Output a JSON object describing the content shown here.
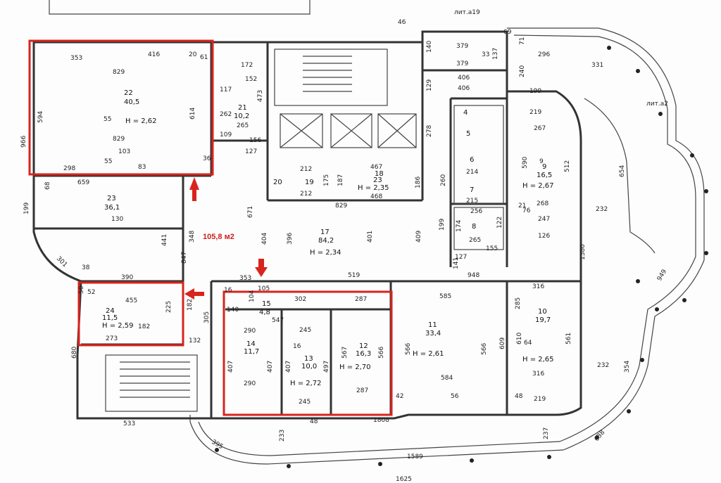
{
  "highlight_area": "105,8 м2",
  "rooms": [
    {
      "id": "22",
      "num": "22",
      "area": "40,5",
      "height": "Н = 2,62"
    },
    {
      "id": "21",
      "num": "21",
      "area": "10,2"
    },
    {
      "id": "23",
      "num": "23",
      "area": "36,1"
    },
    {
      "id": "24",
      "num": "24",
      "area": "11,5",
      "height": "Н = 2,59"
    },
    {
      "id": "17",
      "num": "17",
      "area": "84,2",
      "height": "Н = 2,34"
    },
    {
      "id": "18",
      "num": "18",
      "area": "23",
      "height": "Н = 2,35"
    },
    {
      "id": "19",
      "num": "19"
    },
    {
      "id": "20",
      "num": "20"
    },
    {
      "id": "15",
      "num": "15",
      "area": "4,8"
    },
    {
      "id": "14",
      "num": "14",
      "area": "11,7"
    },
    {
      "id": "13",
      "num": "13",
      "area": "10,0",
      "height": "Н = 2,72"
    },
    {
      "id": "12",
      "num": "12",
      "area": "16,3",
      "height": "Н = 2,70"
    },
    {
      "id": "11",
      "num": "11",
      "area": "33,4",
      "height": "Н = 2,61"
    },
    {
      "id": "10",
      "num": "10",
      "area": "19,7",
      "height": "Н = 2,65"
    },
    {
      "id": "9",
      "num": "9",
      "area": "16,5",
      "height": "Н = 2,67"
    },
    {
      "id": "8",
      "num": "8"
    },
    {
      "id": "7",
      "num": "7"
    },
    {
      "id": "6",
      "num": "6"
    },
    {
      "id": "5",
      "num": "5"
    },
    {
      "id": "4",
      "num": "4"
    }
  ],
  "corner_labels": {
    "top": "лит.а19",
    "right": "лит.а2"
  },
  "dims": {
    "d353a": "353",
    "d416": "416",
    "d829a": "829",
    "d829b": "829",
    "d594": "594",
    "d614": "614",
    "d966": "966",
    "d298": "298",
    "d103": "103",
    "d55a": "55",
    "d55b": "55",
    "d83": "83",
    "d61": "61",
    "d20": "20",
    "d172": "172",
    "d152": "152",
    "d117": "117",
    "d262": "262",
    "d265": "265",
    "d473": "473",
    "d109": "109",
    "d156": "156",
    "d127a": "127",
    "d36": "36",
    "d46": "46",
    "d140": "140",
    "d379a": "379",
    "d379b": "379",
    "d33": "33",
    "d137a": "137",
    "d406a": "406",
    "d406b": "406",
    "d129": "129",
    "d69": "69",
    "d71": "71",
    "d296": "296",
    "d331": "331",
    "d240": "240",
    "d199a": "199",
    "d219a": "219",
    "d267a": "267",
    "d590": "590",
    "d512": "512",
    "d268": "268",
    "d654": "654",
    "d232a": "232",
    "d232b": "232",
    "d949": "949",
    "d354": "354",
    "d638": "638",
    "d237": "237",
    "d233": "233",
    "d395": "395",
    "d1589": "1589",
    "d1625": "1625",
    "d533": "533",
    "d659": "659",
    "d130": "130",
    "d671": "671",
    "d404": "404",
    "d396": "396",
    "d401": "401",
    "d409": "409",
    "d829c": "829",
    "d468": "468",
    "d467": "467",
    "d212a": "212",
    "d212b": "212",
    "d187": "187",
    "d175": "175",
    "d186": "186",
    "d260": "260",
    "d278": "278",
    "d214": "214",
    "d215": "215",
    "d256": "256",
    "d265b": "265",
    "d122": "122",
    "d174": "174",
    "d199b": "199",
    "d127b": "127",
    "d155": "155",
    "d141": "141",
    "d948": "948",
    "d519": "519",
    "d353b": "353",
    "d316a": "316",
    "d316b": "316",
    "d585": "585",
    "d566a": "566",
    "d566b": "566",
    "d584": "584",
    "d609": "609",
    "d610": "610",
    "d561": "561",
    "d285": "285",
    "d302": "302",
    "d287a": "287",
    "d287b": "287",
    "d547": "547",
    "d290a": "290",
    "d290b": "290",
    "d245a": "245",
    "d245b": "245",
    "d567": "567",
    "d566c": "566",
    "d497": "497",
    "d407a": "407",
    "d407b": "407",
    "d407c": "407",
    "d16a": "16",
    "d16b": "16",
    "d140b": "140",
    "d104": "104",
    "d105": "105",
    "d305": "305",
    "d132": "132",
    "d455": "455",
    "d390": "390",
    "d225": "225",
    "d182a": "182",
    "d182b": "182",
    "d273": "273",
    "d441": "441",
    "d348": "348",
    "d847": "847",
    "d38": "38",
    "d50": "50",
    "d52": "52",
    "d680": "680",
    "d199c": "199",
    "d301": "301",
    "d68": "68",
    "d1808": "1808",
    "d48a": "48",
    "d48b": "48",
    "d42": "42",
    "d219b": "219",
    "d56": "56",
    "d64": "64",
    "d247": "247",
    "d126": "126",
    "d1380": "1380",
    "d76": "76",
    "d21": "21",
    "d9": "9"
  }
}
